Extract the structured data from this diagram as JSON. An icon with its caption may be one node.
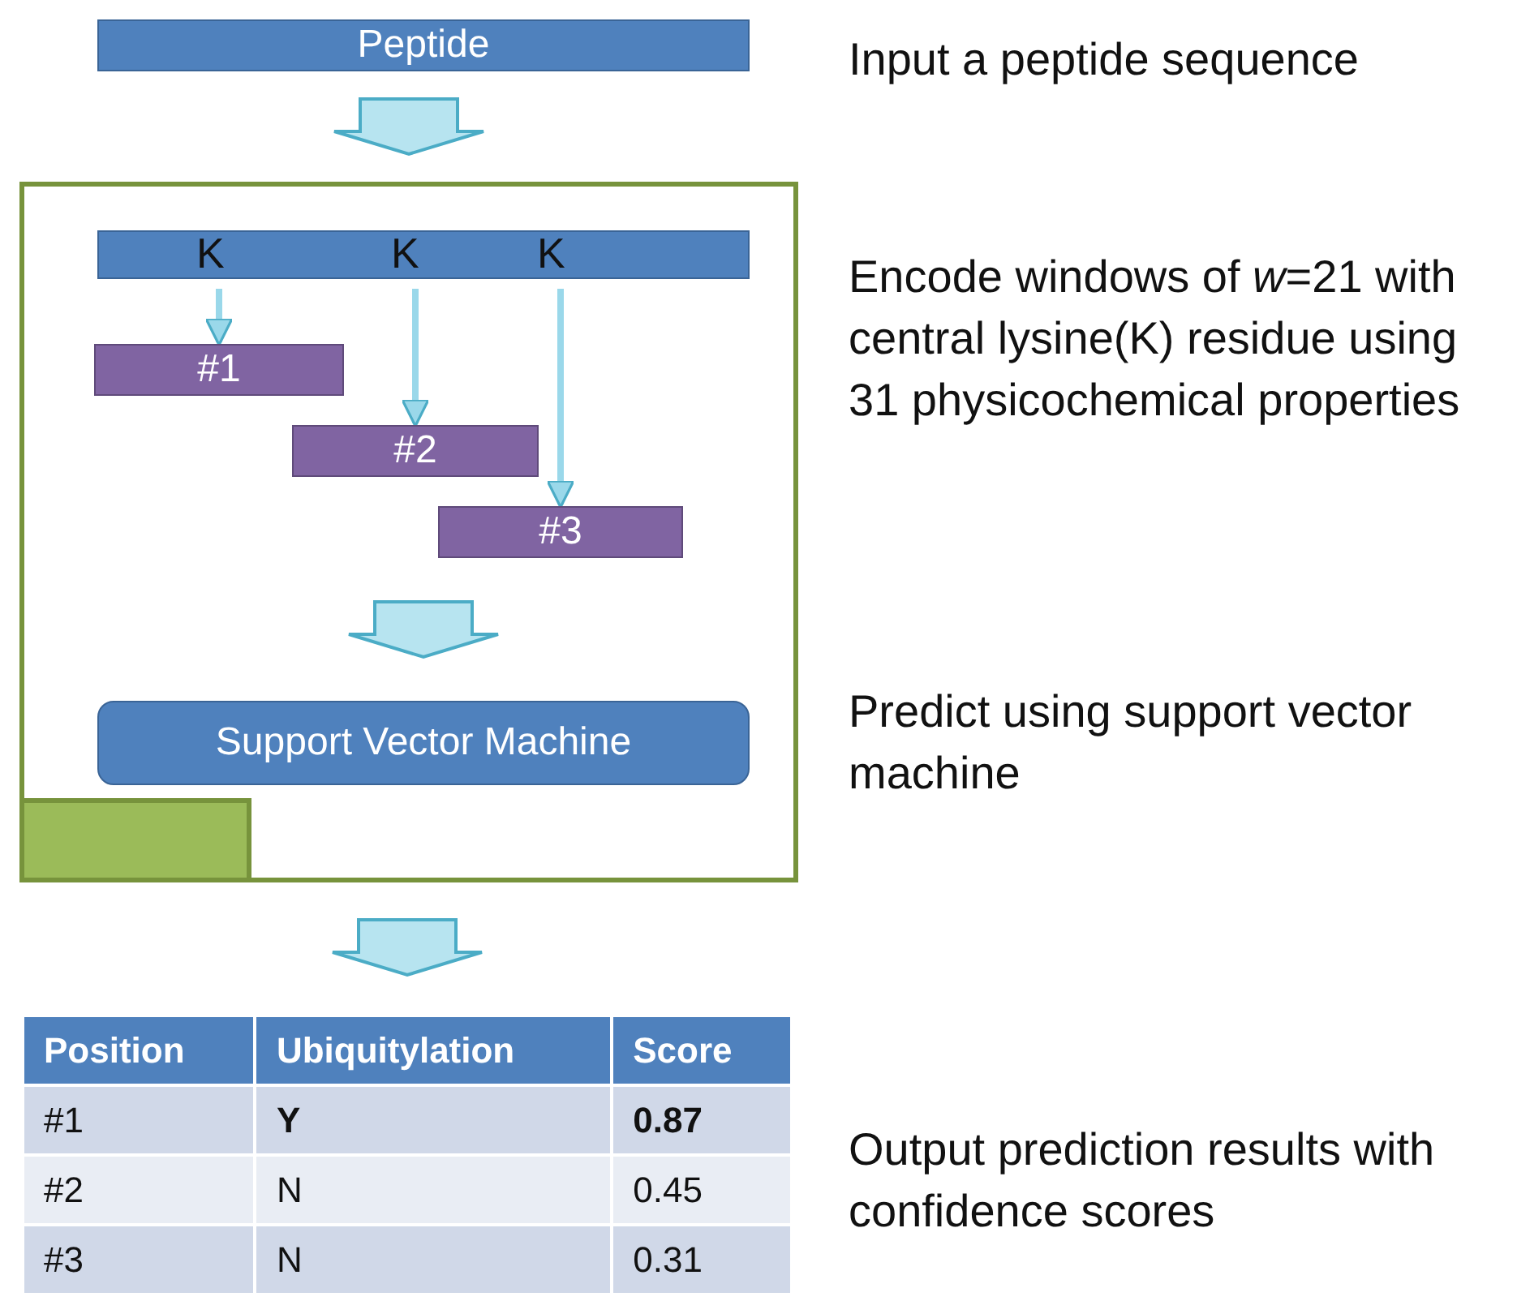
{
  "diagram": {
    "nodes": [
      {
        "text": [
          "Peptide"
        ]
      },
      {
        "text": [],
        "shape": "box"
      },
      {
        "text": [
          "K",
          "K",
          "K"
        ],
        "in": 1
      },
      {
        "text": [
          "#1"
        ],
        "in": 1
      },
      {
        "text": [
          "#2"
        ],
        "in": 1
      },
      {
        "text": [
          "#3"
        ],
        "in": 1
      },
      {
        "text": [
          "Support Vector Machine"
        ],
        "in": 1
      },
      {
        "text": [],
        "shape": "box",
        "in": 1
      },
      {
        "text": [
          "Position",
          "Ubiquitylation",
          "Score",
          "#1",
          "**Y**",
          "**0.87**",
          "#2",
          "N",
          "0.45",
          "#3",
          "N",
          "0.31"
        ]
      }
    ],
    "edges": [
      {
        "from": 0,
        "to": 1,
        "arrow": "to"
      },
      {
        "from": 2,
        "to": 3,
        "arrow": "to"
      },
      {
        "from": 2,
        "to": 4,
        "arrow": "to"
      },
      {
        "from": 2,
        "to": 5,
        "arrow": "to"
      },
      {
        "from": 5,
        "to": 6,
        "arrow": "to"
      },
      {
        "from": 1,
        "to": 8,
        "arrow": "to"
      }
    ],
    "labels": [
      "Input a peptide sequence",
      "Encode windows of *w*=21 with central lysine(K) residue using 31 physicochemical properties",
      "Predict using support vector machine",
      "Output prediction results with confidence scores"
    ]
  }
}
